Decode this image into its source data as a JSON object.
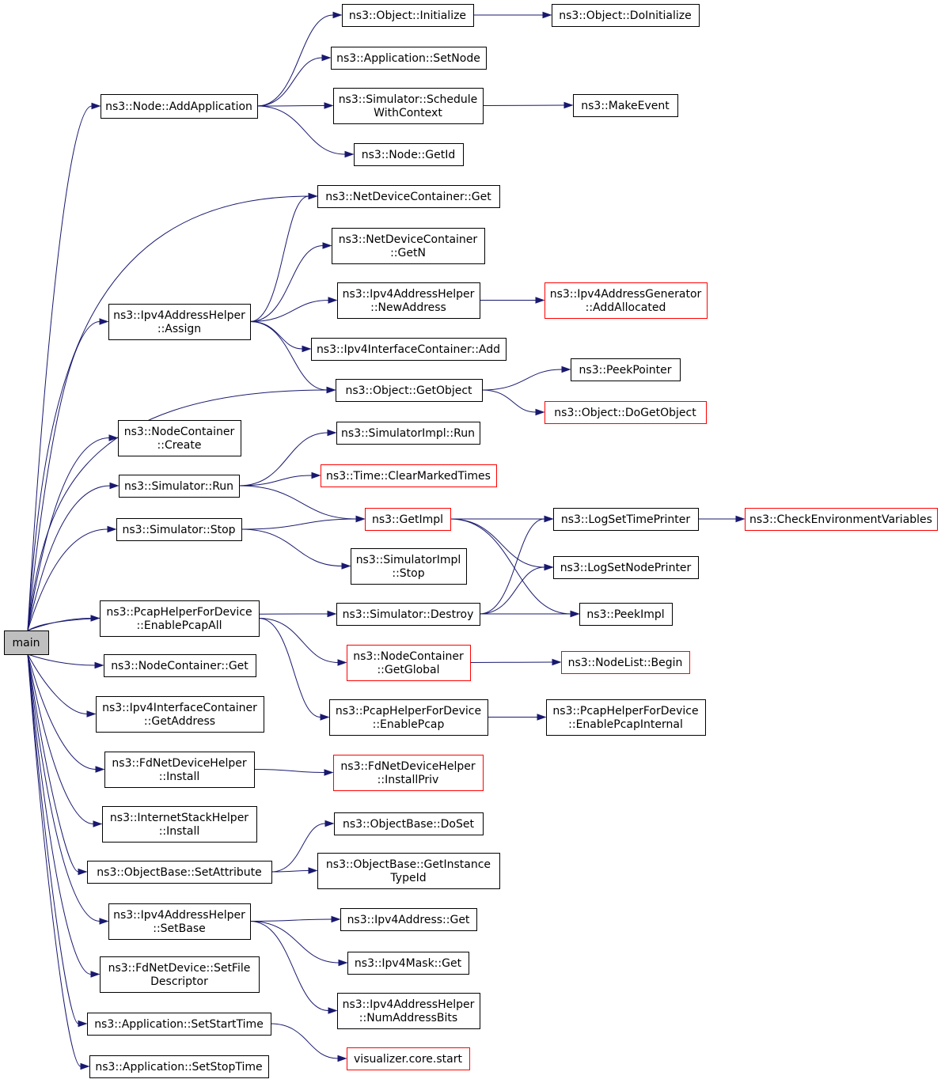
{
  "nodes": [
    {
      "id": "main",
      "lines": [
        "main"
      ],
      "style": "root"
    },
    {
      "id": "add_application",
      "lines": [
        "ns3::Node::AddApplication"
      ],
      "style": "black"
    },
    {
      "id": "object_initialize",
      "lines": [
        "ns3::Object::Initialize"
      ],
      "style": "black"
    },
    {
      "id": "object_doinitialize",
      "lines": [
        "ns3::Object::DoInitialize"
      ],
      "style": "black"
    },
    {
      "id": "app_setnode",
      "lines": [
        "ns3::Application::SetNode"
      ],
      "style": "black"
    },
    {
      "id": "sim_schedule",
      "lines": [
        "ns3::Simulator::Schedule",
        "WithContext"
      ],
      "style": "black"
    },
    {
      "id": "make_event",
      "lines": [
        "ns3::MakeEvent"
      ],
      "style": "black"
    },
    {
      "id": "node_getid",
      "lines": [
        "ns3::Node::GetId"
      ],
      "style": "black"
    },
    {
      "id": "ndc_get",
      "lines": [
        "ns3::NetDeviceContainer::Get"
      ],
      "style": "black"
    },
    {
      "id": "ndc_getn",
      "lines": [
        "ns3::NetDeviceContainer",
        "::GetN"
      ],
      "style": "black"
    },
    {
      "id": "ipv4ah_assign",
      "lines": [
        "ns3::Ipv4AddressHelper",
        "::Assign"
      ],
      "style": "black"
    },
    {
      "id": "ipv4ah_newaddress",
      "lines": [
        "ns3::Ipv4AddressHelper",
        "::NewAddress"
      ],
      "style": "black"
    },
    {
      "id": "ipv4ag_addallocated",
      "lines": [
        "ns3::Ipv4AddressGenerator",
        "::AddAllocated"
      ],
      "style": "red"
    },
    {
      "id": "ipv4ic_add",
      "lines": [
        "ns3::Ipv4InterfaceContainer::Add"
      ],
      "style": "black"
    },
    {
      "id": "object_getobject",
      "lines": [
        "ns3::Object::GetObject"
      ],
      "style": "black"
    },
    {
      "id": "peek_pointer",
      "lines": [
        "ns3::PeekPointer"
      ],
      "style": "black"
    },
    {
      "id": "object_dogetobject",
      "lines": [
        "ns3::Object::DoGetObject"
      ],
      "style": "red"
    },
    {
      "id": "nc_create",
      "lines": [
        "ns3::NodeContainer",
        "::Create"
      ],
      "style": "black"
    },
    {
      "id": "simimpl_run",
      "lines": [
        "ns3::SimulatorImpl::Run"
      ],
      "style": "black"
    },
    {
      "id": "sim_run",
      "lines": [
        "ns3::Simulator::Run"
      ],
      "style": "black"
    },
    {
      "id": "time_clearmarked",
      "lines": [
        "ns3::Time::ClearMarkedTimes"
      ],
      "style": "red"
    },
    {
      "id": "getimpl",
      "lines": [
        "ns3::GetImpl"
      ],
      "style": "red"
    },
    {
      "id": "logsettimeprinter",
      "lines": [
        "ns3::LogSetTimePrinter"
      ],
      "style": "black"
    },
    {
      "id": "checkenv",
      "lines": [
        "ns3::CheckEnvironmentVariables"
      ],
      "style": "red"
    },
    {
      "id": "sim_stop",
      "lines": [
        "ns3::Simulator::Stop"
      ],
      "style": "black"
    },
    {
      "id": "simimpl_stop",
      "lines": [
        "ns3::SimulatorImpl",
        "::Stop"
      ],
      "style": "black"
    },
    {
      "id": "logsetnodeprinter",
      "lines": [
        "ns3::LogSetNodePrinter"
      ],
      "style": "black"
    },
    {
      "id": "sim_destroy",
      "lines": [
        "ns3::Simulator::Destroy"
      ],
      "style": "black"
    },
    {
      "id": "peekimpl",
      "lines": [
        "ns3::PeekImpl"
      ],
      "style": "black"
    },
    {
      "id": "pcap_enableall",
      "lines": [
        "ns3::PcapHelperForDevice",
        "::EnablePcapAll"
      ],
      "style": "black"
    },
    {
      "id": "nc_get",
      "lines": [
        "ns3::NodeContainer::Get"
      ],
      "style": "black"
    },
    {
      "id": "nc_getglobal",
      "lines": [
        "ns3::NodeContainer",
        "::GetGlobal"
      ],
      "style": "red"
    },
    {
      "id": "nodelist_begin",
      "lines": [
        "ns3::NodeList::Begin"
      ],
      "style": "red"
    },
    {
      "id": "ipv4ic_getaddress",
      "lines": [
        "ns3::Ipv4InterfaceContainer",
        "::GetAddress"
      ],
      "style": "black"
    },
    {
      "id": "pcap_enable",
      "lines": [
        "ns3::PcapHelperForDevice",
        "::EnablePcap"
      ],
      "style": "black"
    },
    {
      "id": "pcap_enableinternal",
      "lines": [
        "ns3::PcapHelperForDevice",
        "::EnablePcapInternal"
      ],
      "style": "black"
    },
    {
      "id": "fdndh_install",
      "lines": [
        "ns3::FdNetDeviceHelper",
        "::Install"
      ],
      "style": "black"
    },
    {
      "id": "fdndh_installpriv",
      "lines": [
        "ns3::FdNetDeviceHelper",
        "::InstallPriv"
      ],
      "style": "red"
    },
    {
      "id": "ish_install",
      "lines": [
        "ns3::InternetStackHelper",
        "::Install"
      ],
      "style": "black"
    },
    {
      "id": "ob_doset",
      "lines": [
        "ns3::ObjectBase::DoSet"
      ],
      "style": "black"
    },
    {
      "id": "ob_setattribute",
      "lines": [
        "ns3::ObjectBase::SetAttribute"
      ],
      "style": "black"
    },
    {
      "id": "ob_getinstancetypeid",
      "lines": [
        "ns3::ObjectBase::GetInstance",
        "TypeId"
      ],
      "style": "black"
    },
    {
      "id": "ipv4ah_setbase",
      "lines": [
        "ns3::Ipv4AddressHelper",
        "::SetBase"
      ],
      "style": "black"
    },
    {
      "id": "ipv4addr_get",
      "lines": [
        "ns3::Ipv4Address::Get"
      ],
      "style": "black"
    },
    {
      "id": "ipv4mask_get",
      "lines": [
        "ns3::Ipv4Mask::Get"
      ],
      "style": "black"
    },
    {
      "id": "fdnd_setfiledescriptor",
      "lines": [
        "ns3::FdNetDevice::SetFile",
        "Descriptor"
      ],
      "style": "black"
    },
    {
      "id": "ipv4ah_numaddressbits",
      "lines": [
        "ns3::Ipv4AddressHelper",
        "::NumAddressBits"
      ],
      "style": "black"
    },
    {
      "id": "app_setstarttime",
      "lines": [
        "ns3::Application::SetStartTime"
      ],
      "style": "black"
    },
    {
      "id": "visualizer_start",
      "lines": [
        "visualizer.core.start"
      ],
      "style": "red"
    },
    {
      "id": "app_setstoptime",
      "lines": [
        "ns3::Application::SetStopTime"
      ],
      "style": "black"
    }
  ],
  "edges": [
    [
      "main",
      "add_application"
    ],
    [
      "main",
      "ndc_get"
    ],
    [
      "main",
      "ipv4ah_assign"
    ],
    [
      "main",
      "object_getobject"
    ],
    [
      "main",
      "nc_create"
    ],
    [
      "main",
      "sim_run"
    ],
    [
      "main",
      "sim_stop"
    ],
    [
      "main",
      "sim_destroy"
    ],
    [
      "main",
      "pcap_enableall"
    ],
    [
      "main",
      "nc_get"
    ],
    [
      "main",
      "ipv4ic_getaddress"
    ],
    [
      "main",
      "fdndh_install"
    ],
    [
      "main",
      "ish_install"
    ],
    [
      "main",
      "ob_setattribute"
    ],
    [
      "main",
      "ipv4ah_setbase"
    ],
    [
      "main",
      "fdnd_setfiledescriptor"
    ],
    [
      "main",
      "app_setstarttime"
    ],
    [
      "main",
      "app_setstoptime"
    ],
    [
      "add_application",
      "object_initialize"
    ],
    [
      "add_application",
      "app_setnode"
    ],
    [
      "add_application",
      "sim_schedule"
    ],
    [
      "add_application",
      "node_getid"
    ],
    [
      "object_initialize",
      "object_doinitialize"
    ],
    [
      "sim_schedule",
      "make_event"
    ],
    [
      "ipv4ah_assign",
      "ndc_get"
    ],
    [
      "ipv4ah_assign",
      "ndc_getn"
    ],
    [
      "ipv4ah_assign",
      "ipv4ah_newaddress"
    ],
    [
      "ipv4ah_assign",
      "ipv4ic_add"
    ],
    [
      "ipv4ah_assign",
      "object_getobject"
    ],
    [
      "ipv4ah_newaddress",
      "ipv4ag_addallocated"
    ],
    [
      "object_getobject",
      "peek_pointer"
    ],
    [
      "object_getobject",
      "object_dogetobject"
    ],
    [
      "sim_run",
      "simimpl_run"
    ],
    [
      "sim_run",
      "time_clearmarked"
    ],
    [
      "sim_run",
      "getimpl"
    ],
    [
      "sim_stop",
      "getimpl"
    ],
    [
      "sim_stop",
      "simimpl_stop"
    ],
    [
      "getimpl",
      "logsettimeprinter"
    ],
    [
      "getimpl",
      "logsetnodeprinter"
    ],
    [
      "getimpl",
      "peekimpl"
    ],
    [
      "logsettimeprinter",
      "checkenv"
    ],
    [
      "sim_destroy",
      "logsettimeprinter"
    ],
    [
      "sim_destroy",
      "logsetnodeprinter"
    ],
    [
      "sim_destroy",
      "peekimpl"
    ],
    [
      "pcap_enableall",
      "nc_getglobal"
    ],
    [
      "pcap_enableall",
      "pcap_enable"
    ],
    [
      "nc_getglobal",
      "nodelist_begin"
    ],
    [
      "pcap_enable",
      "pcap_enableinternal"
    ],
    [
      "fdndh_install",
      "fdndh_installpriv"
    ],
    [
      "ob_setattribute",
      "ob_doset"
    ],
    [
      "ob_setattribute",
      "ob_getinstancetypeid"
    ],
    [
      "ipv4ah_setbase",
      "ipv4addr_get"
    ],
    [
      "ipv4ah_setbase",
      "ipv4mask_get"
    ],
    [
      "ipv4ah_setbase",
      "ipv4ah_numaddressbits"
    ],
    [
      "app_setstarttime",
      "visualizer_start"
    ]
  ]
}
